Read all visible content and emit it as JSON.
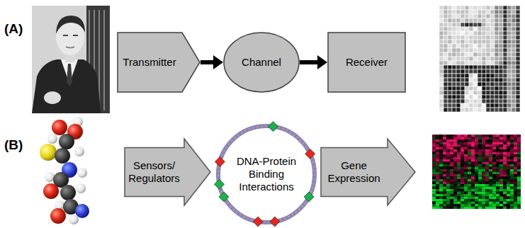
{
  "diagram": {
    "nodes": [
      {
        "text": [
          "Transmitter"
        ]
      },
      {
        "text": [
          "Channel"
        ]
      },
      {
        "text": [
          "Receiver"
        ]
      },
      {
        "text": [
          "Sensors/ Regulators"
        ]
      },
      {
        "text": [
          "DNA-Protein Binding Interactions"
        ]
      },
      {
        "text": [
          "Gene Expression"
        ]
      }
    ],
    "edges": [
      {
        "from": 0,
        "to": 1,
        "arrow": "to"
      },
      {
        "from": 1,
        "to": 2,
        "arrow": "to"
      }
    ],
    "labels": [
      "(A)",
      "(B)"
    ]
  }
}
